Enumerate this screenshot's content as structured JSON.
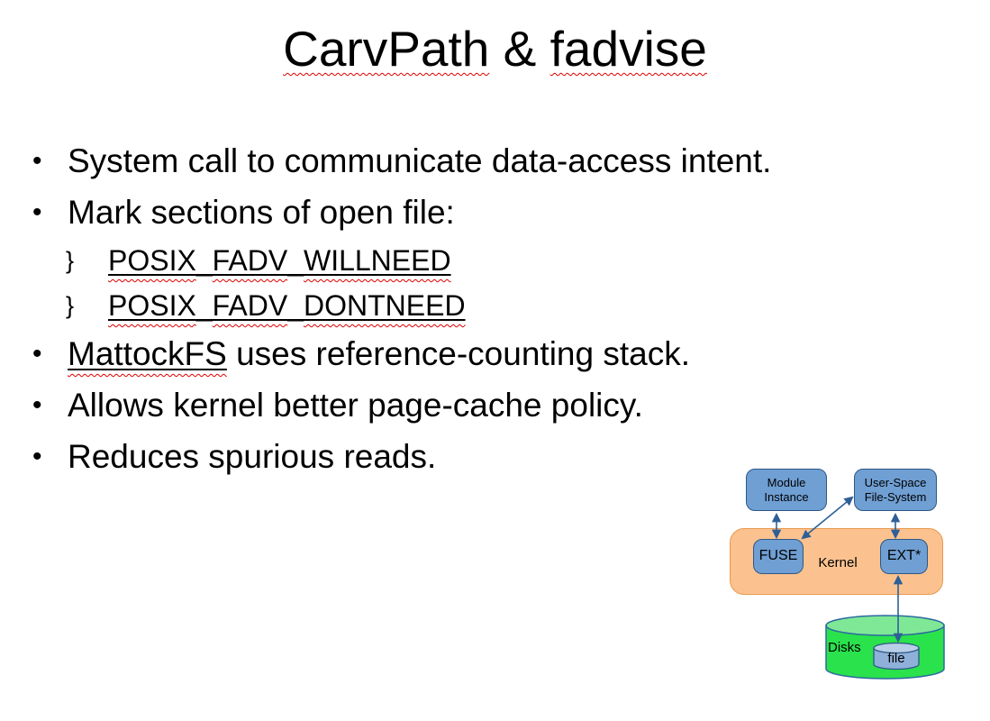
{
  "title": {
    "word1": "CarvPath",
    "connector": " & ",
    "word2": "fadvise"
  },
  "bullets": {
    "glyph_l1": "•",
    "glyph_l2": "}",
    "b1": "System call to communicate data-access intent.",
    "b2": "Mark sections of open file:",
    "sub1": {
      "seg1": "POSIX",
      "sep1": "_",
      "seg2": "FADV",
      "sep2": "_",
      "seg3": "WILLNEED"
    },
    "sub2": {
      "seg1": "POSIX",
      "sep1": "_",
      "seg2": "FADV",
      "sep2": "_",
      "seg3": "DONTNEED"
    },
    "b3": {
      "underlined": "MattockFS",
      "rest": " uses reference-counting stack."
    },
    "b4": "Allows kernel better page-cache policy.",
    "b5": "Reduces spurious reads."
  },
  "diagram": {
    "module_box": {
      "line1": "Module",
      "line2": "Instance"
    },
    "userspace_box": {
      "line1": "User-Space",
      "line2": "File-System"
    },
    "fuse_box": "FUSE",
    "kernel_label": "Kernel",
    "ext_box": "EXT*",
    "disks_label": "Disks",
    "file_label": "file",
    "colors": {
      "node_fill": "#6f9fd3",
      "node_border": "#2d5986",
      "kernel_fill": "#fbc28f",
      "kernel_border": "#e9984f",
      "disk_fill": "#2ae24c",
      "disk_top_fill": "#7fe896",
      "file_fill": "#8fb0d9",
      "file_top_fill": "#b9cfe8",
      "arrow": "#2e5f96",
      "spellcheck": "#dd0000"
    }
  }
}
